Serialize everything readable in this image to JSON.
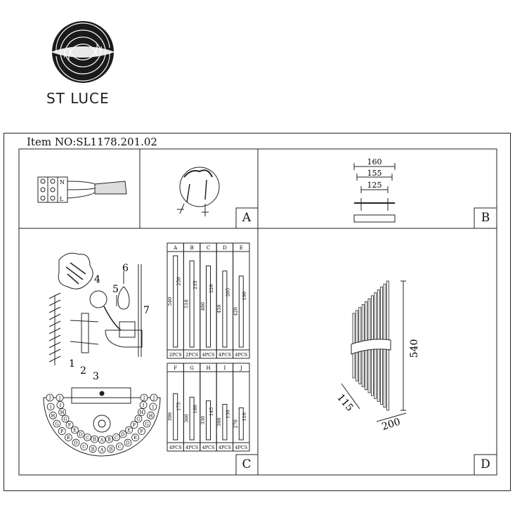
{
  "brand": {
    "name": "ST LUCE"
  },
  "item_no": "Item NO:SL1178.201.02",
  "panels": {
    "a": "A",
    "b": "B",
    "c": "C",
    "d": "D"
  },
  "wiring": {
    "terminal_l": "L",
    "terminal_n": "N"
  },
  "panel_b": {
    "dims": [
      "160",
      "155",
      "125"
    ]
  },
  "install_steps": [
    "1",
    "2",
    "3",
    "4",
    "5",
    "6",
    "7"
  ],
  "rods": [
    {
      "id": "A",
      "len": "540",
      "mid": "250",
      "qty": "2PCS"
    },
    {
      "id": "B",
      "len": "510",
      "mid": "235",
      "qty": "2PCS"
    },
    {
      "id": "C",
      "len": "480",
      "mid": "220",
      "qty": "4PCS"
    },
    {
      "id": "D",
      "len": "450",
      "mid": "205",
      "qty": "4PCS"
    },
    {
      "id": "E",
      "len": "420",
      "mid": "190",
      "qty": "4PCS"
    },
    {
      "id": "F",
      "len": "390",
      "mid": "175",
      "qty": "4PCS"
    },
    {
      "id": "G",
      "len": "360",
      "mid": "160",
      "qty": "4PCS"
    },
    {
      "id": "H",
      "len": "330",
      "mid": "145",
      "qty": "4PCS"
    },
    {
      "id": "I",
      "len": "300",
      "mid": "130",
      "qty": "4PCS"
    },
    {
      "id": "J",
      "len": "270",
      "mid": "110",
      "qty": "4PCS"
    }
  ],
  "arc_rows": {
    "outer": [
      "J",
      "I",
      "H",
      "G",
      "F",
      "E",
      "D",
      "C",
      "B",
      "A",
      "B",
      "C",
      "D",
      "E",
      "F",
      "G",
      "H",
      "I",
      "J"
    ],
    "inner": [
      "J",
      "I",
      "H",
      "G",
      "F",
      "E",
      "D",
      "C",
      "B",
      "A",
      "B",
      "C",
      "D",
      "E",
      "F",
      "G",
      "H",
      "I",
      "J"
    ]
  },
  "panel_d": {
    "height": "540",
    "depth": "115",
    "width": "200"
  }
}
